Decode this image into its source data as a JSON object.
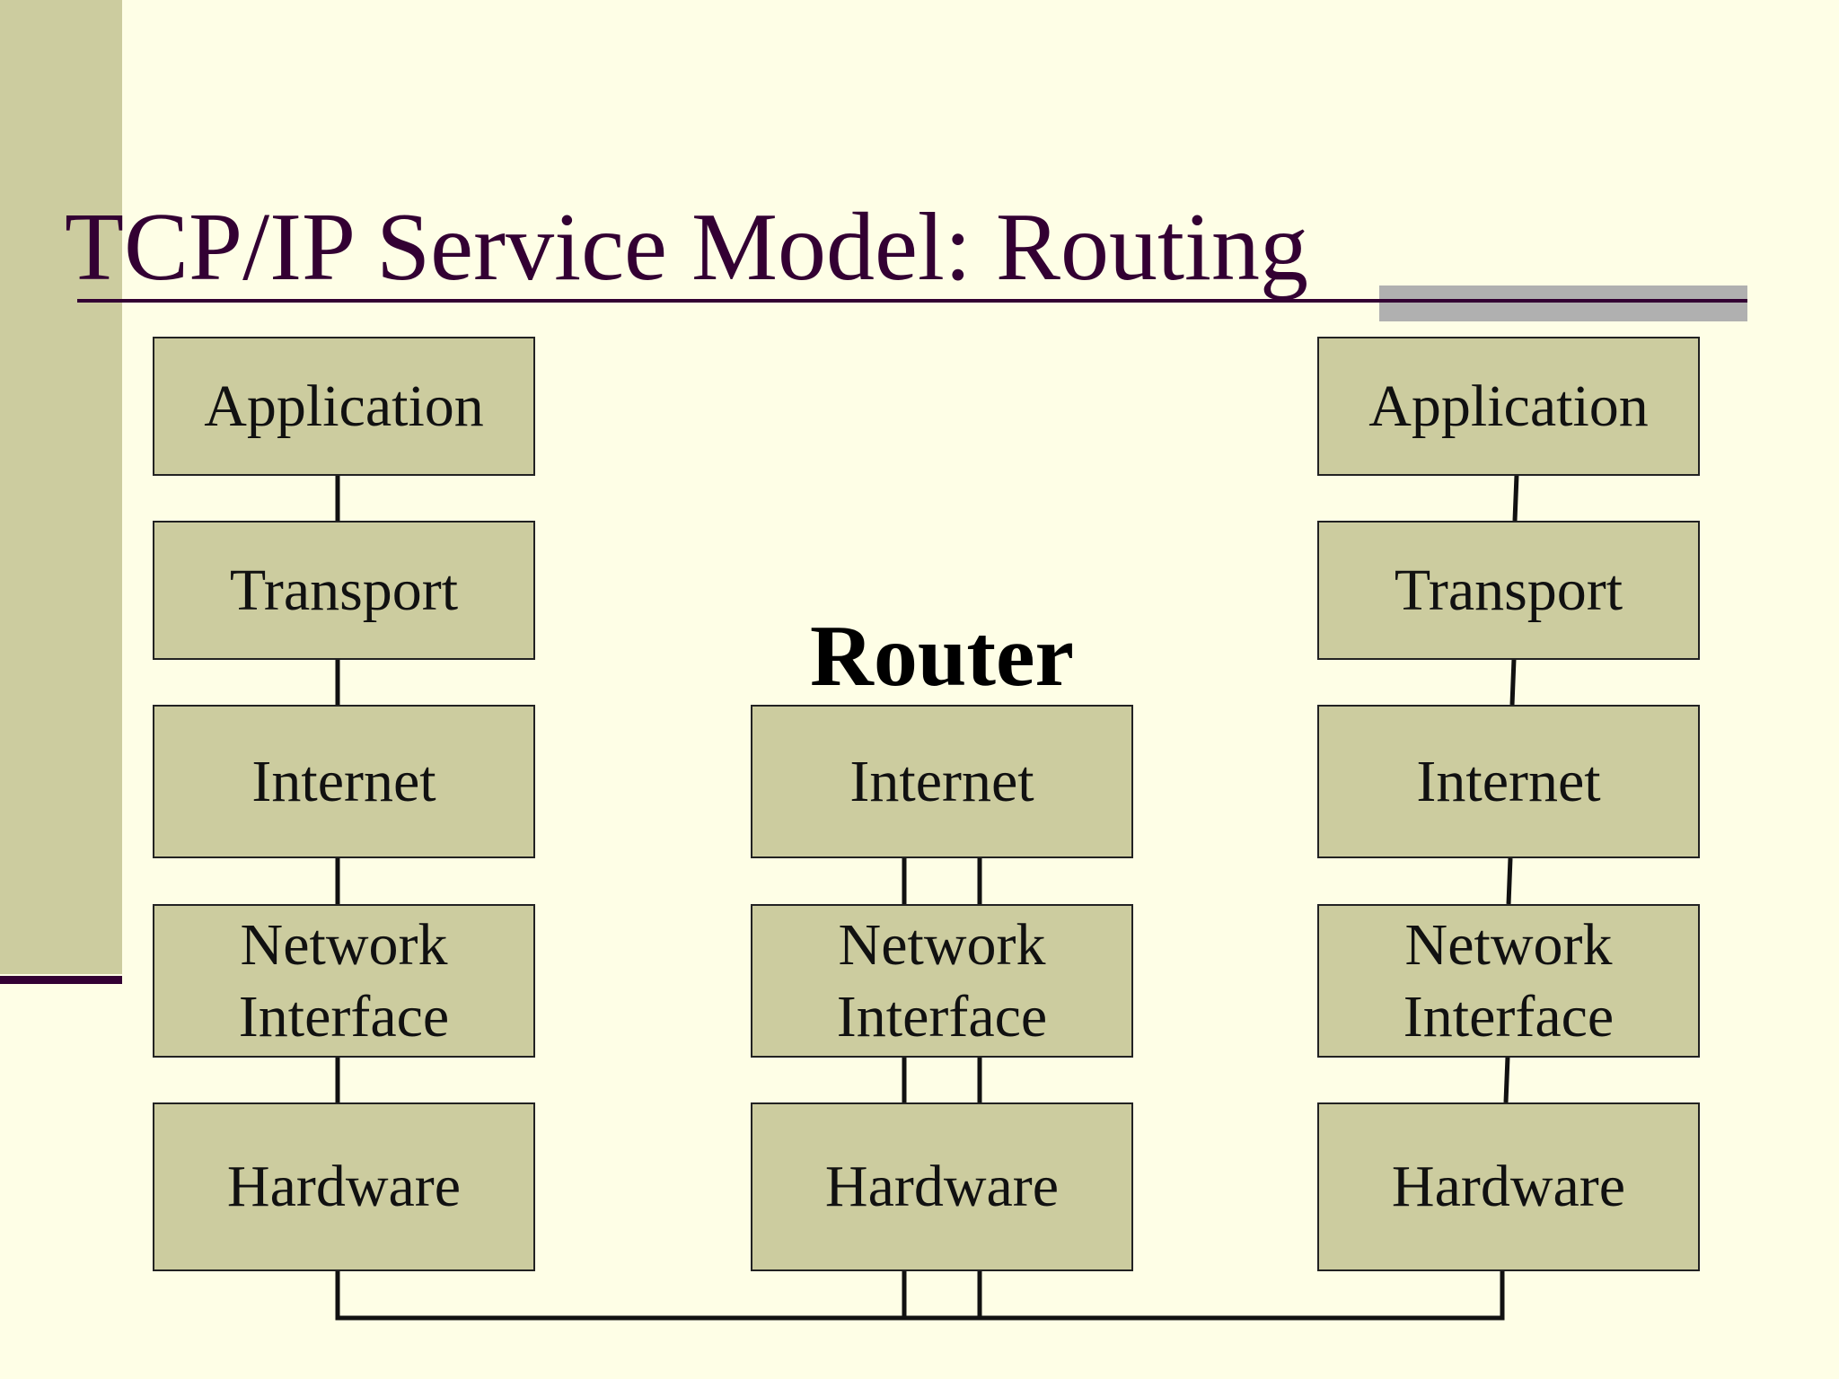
{
  "slide": {
    "title": "TCP/IP Service Model: Routing",
    "colors": {
      "background": "#fefee6",
      "accent_bar": "#cccc9f",
      "title_text": "#330033",
      "layer_fill": "#cccc9f"
    }
  },
  "diagram": {
    "router_label": "Router",
    "left_host": {
      "application": "Application",
      "transport": "Transport",
      "internet": "Internet",
      "network_interface": "Network Interface",
      "hardware": "Hardware"
    },
    "router": {
      "internet": "Internet",
      "network_interface": "Network Interface",
      "hardware": "Hardware"
    },
    "right_host": {
      "application": "Application",
      "transport": "Transport",
      "internet": "Internet",
      "network_interface": "Network Interface",
      "hardware": "Hardware"
    }
  }
}
